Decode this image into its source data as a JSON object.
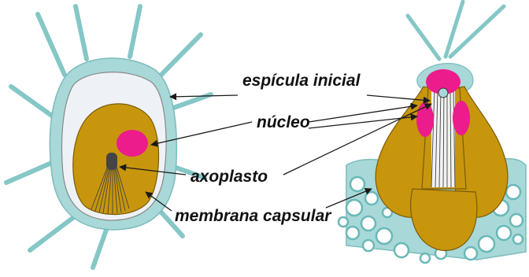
{
  "labels": {
    "espicula_inicial": "espícula inicial",
    "nucleo": "núcleo",
    "axoplasto": "axoplasto",
    "membrana_capsular": "membrana capsular"
  },
  "colors": {
    "cytoplasm_outer": "#a8d8d8",
    "capsule_inner": "#eef2f6",
    "endoplasm": "#c8960c",
    "nucleus": "#ec1c8c",
    "axoplast": "#444444",
    "text": "#111111"
  }
}
